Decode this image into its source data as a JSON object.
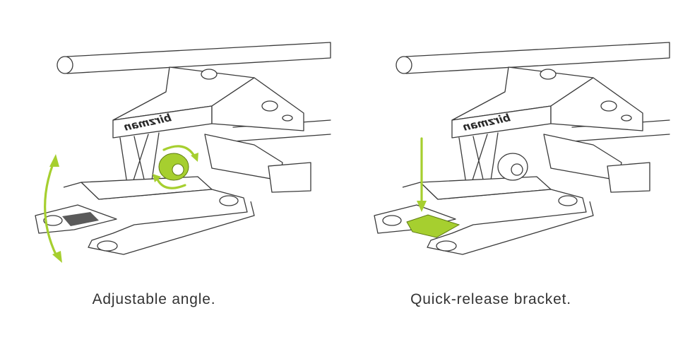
{
  "accent_color": "#a6cf2f",
  "panels": [
    {
      "caption": "Adjustable angle.",
      "logo": "birzman",
      "highlight": "angle-adjust-bolt"
    },
    {
      "caption": "Quick-release bracket.",
      "logo": "birzman",
      "highlight": "release-lever"
    }
  ]
}
